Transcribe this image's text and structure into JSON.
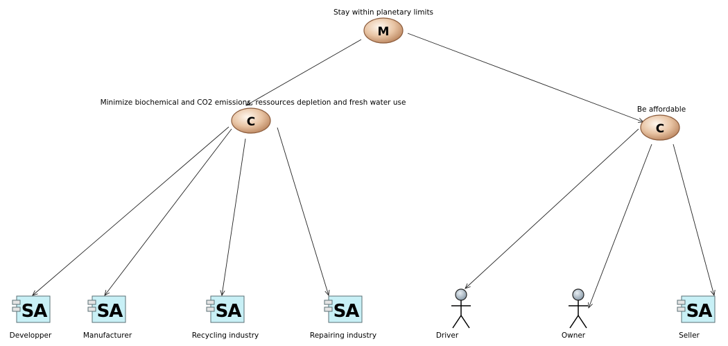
{
  "goals": {
    "main": {
      "letter": "M",
      "label": "Stay within planetary limits"
    },
    "env": {
      "letter": "C",
      "label": "Minimize biochemical and CO2 emissions, ressources depletion and fresh water use"
    },
    "aff": {
      "letter": "C",
      "label": "Be affordable"
    }
  },
  "systems": [
    {
      "id": "developper",
      "label": "Developper",
      "icon": "SA"
    },
    {
      "id": "manufacturer",
      "label": "Manufacturer",
      "icon": "SA"
    },
    {
      "id": "recycling",
      "label": "Recycling industry",
      "icon": "SA"
    },
    {
      "id": "repairing",
      "label": "Repairing industry",
      "icon": "SA"
    },
    {
      "id": "seller",
      "label": "Seller",
      "icon": "SA"
    }
  ],
  "actors": [
    {
      "id": "driver",
      "label": "Driver",
      "icon": "stick-figure-icon"
    },
    {
      "id": "owner",
      "label": "Owner",
      "icon": "stick-figure-icon"
    }
  ],
  "colors": {
    "goal_fill_light": "#fbeee0",
    "goal_fill_dark": "#c8926a",
    "goal_stroke": "#8a5a3a",
    "sa_fill": "#c8f0f6",
    "sa_stroke": "#5a6f74",
    "actor_head": "#a9b8c4"
  }
}
